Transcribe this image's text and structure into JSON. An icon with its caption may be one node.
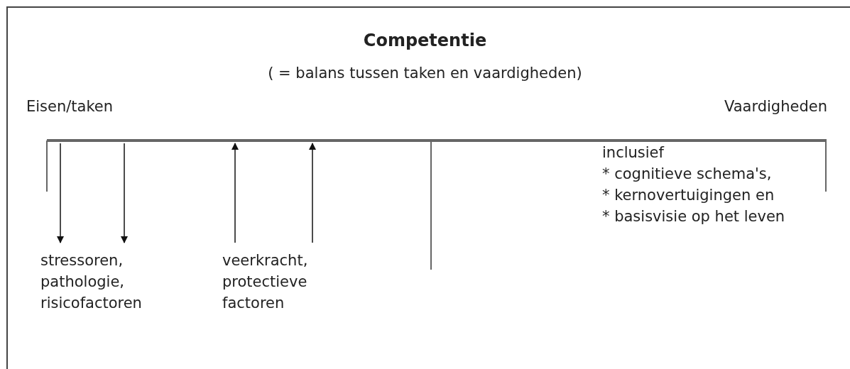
{
  "diagram": {
    "title": "Competentie",
    "nodes": [
      {
        "text": [],
        "shape": "bar"
      },
      {
        "text": [
          "stressoren, pathologie, risicofactoren"
        ]
      },
      {
        "text": [
          "veerkracht, protectieve factoren"
        ]
      }
    ],
    "edges": [
      {
        "from": 0,
        "to": 1,
        "arrow": "to"
      },
      {
        "from": 0,
        "to": 1,
        "arrow": "to"
      },
      {
        "from": 2,
        "to": 0,
        "arrow": "to"
      },
      {
        "from": 2,
        "to": 0,
        "arrow": "to"
      }
    ],
    "labels": [
      "( = balans tussen taken en vaardigheden)",
      "Eisen/taken",
      "Vaardigheden",
      "inclusief",
      "* cognitieve schema's,",
      "* kernovertuigingen en",
      "* basisvisie op het leven"
    ]
  }
}
